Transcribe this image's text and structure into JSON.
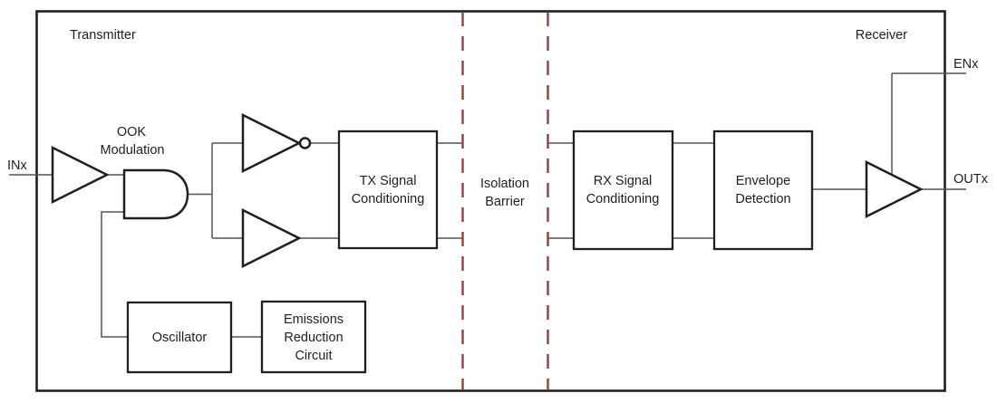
{
  "regions": {
    "transmitter": "Transmitter",
    "receiver": "Receiver"
  },
  "ports": {
    "input": "INx",
    "enable": "ENx",
    "output": "OUTx"
  },
  "annotations": {
    "ook_modulation": {
      "line1": "OOK",
      "line2": "Modulation"
    },
    "isolation_barrier": {
      "line1": "Isolation",
      "line2": "Barrier"
    }
  },
  "blocks": {
    "tx_signal_conditioning": {
      "line1": "TX Signal",
      "line2": "Conditioning"
    },
    "rx_signal_conditioning": {
      "line1": "RX Signal",
      "line2": "Conditioning"
    },
    "envelope_detection": {
      "line1": "Envelope",
      "line2": "Detection"
    },
    "oscillator": {
      "line1": "Oscillator"
    },
    "emissions_reduction": {
      "line1": "Emissions",
      "line2": "Reduction",
      "line3": "Circuit"
    }
  },
  "icons": {
    "input_buffer": "buffer-amplifier",
    "inverter": "inverting-buffer",
    "modulation_gate": "and-gate",
    "noninverting_buffer": "buffer-amplifier",
    "output_buffer": "buffer-amplifier"
  },
  "colors": {
    "line": "#1f1f1f",
    "wire": "#555555",
    "barrier_dash": "#93403c",
    "background": "#ffffff"
  }
}
